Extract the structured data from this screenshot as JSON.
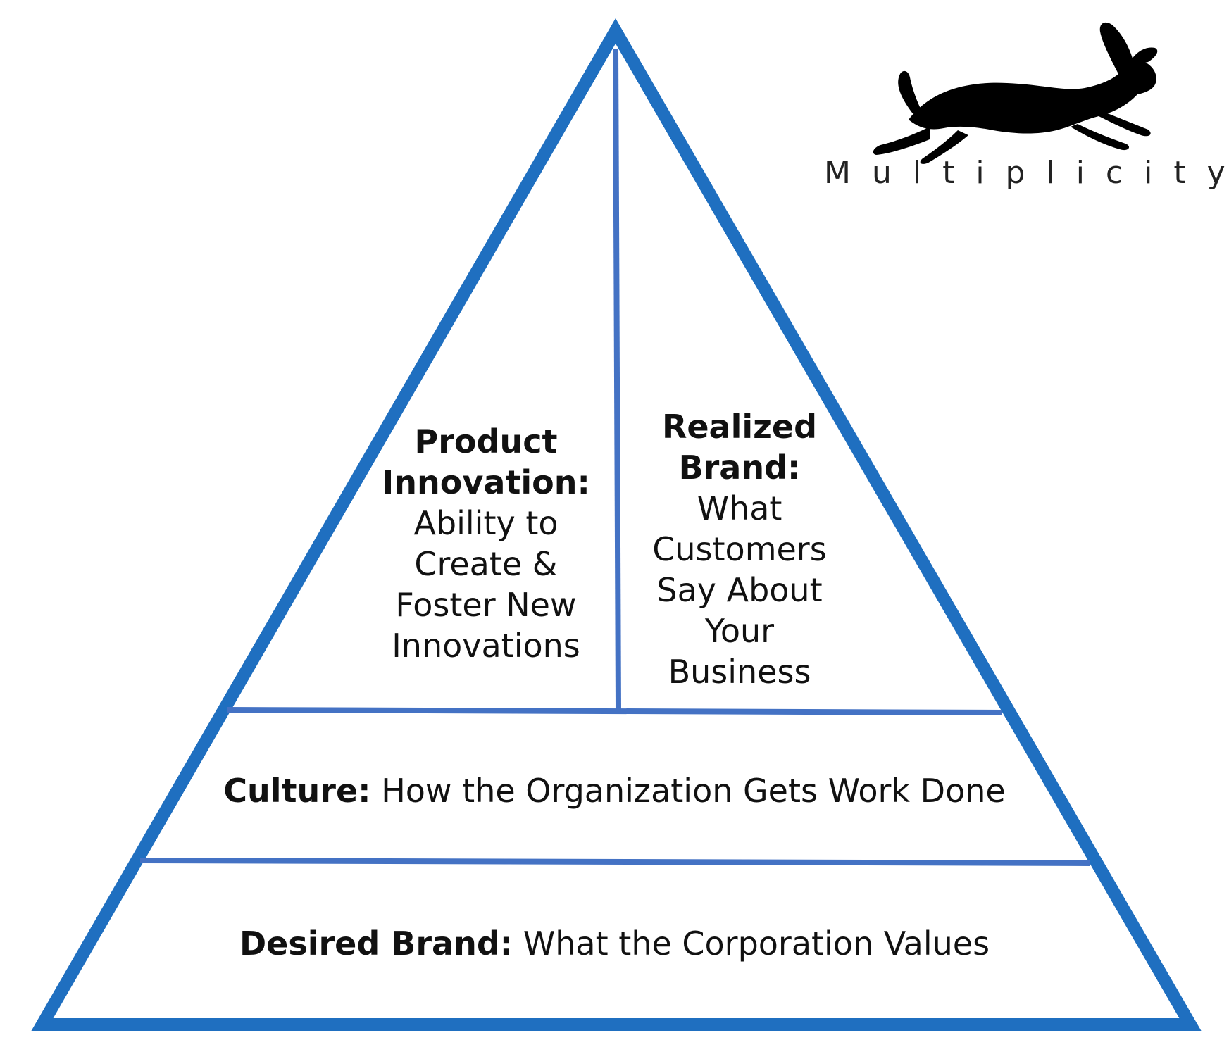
{
  "brand": {
    "name": "Multiplicity",
    "logo_icon": "hare-icon"
  },
  "colors": {
    "outline": "#1f6fc0",
    "divider": "#4472c4",
    "text": "#111111"
  },
  "tiers": {
    "product_innovation": {
      "heading_line1": "Product",
      "heading_line2": "Innovation:",
      "body": [
        "Ability to",
        "Create &",
        "Foster New",
        "Innovations"
      ]
    },
    "realized_brand": {
      "heading_line1": "Realized",
      "heading_line2": "Brand:",
      "body": [
        "What",
        "Customers",
        "Say About",
        "Your",
        "Business"
      ]
    },
    "culture": {
      "heading": "Culture:",
      "body": "How the Organization Gets Work Done"
    },
    "desired_brand": {
      "heading": "Desired Brand:",
      "body": "What the Corporation Values"
    }
  }
}
